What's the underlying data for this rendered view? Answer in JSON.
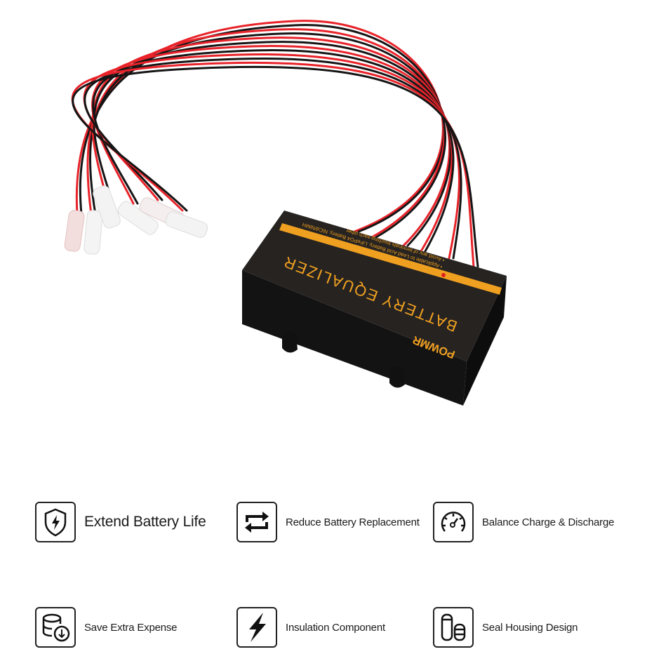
{
  "product": {
    "device_title": "BATTERY EQUALIZER",
    "brand_logo": "POWMR",
    "device_notes": [
      "• Wire color:  ●+  ○-",
      "• Applicable to Lead Acid Battery, LiFePO4 Battery, NiCd/NiMH",
      "• Avoid any of terminals touching each other"
    ],
    "colors": {
      "housing": "#1e1c1b",
      "accent": "#f0a020",
      "wire_red": "#e8232a",
      "wire_black": "#151515"
    }
  },
  "features": [
    {
      "icon": "shield-bolt-icon",
      "label": "Extend Battery Life"
    },
    {
      "icon": "swap-arrows-icon",
      "label": "Reduce Battery Replacement"
    },
    {
      "icon": "gauge-icon",
      "label": "Balance Charge & Discharge"
    },
    {
      "icon": "coins-download-icon",
      "label": "Save Extra Expense"
    },
    {
      "icon": "lightning-icon",
      "label": "Insulation Component"
    },
    {
      "icon": "battery-cells-icon",
      "label": "Seal Housing Design"
    }
  ]
}
